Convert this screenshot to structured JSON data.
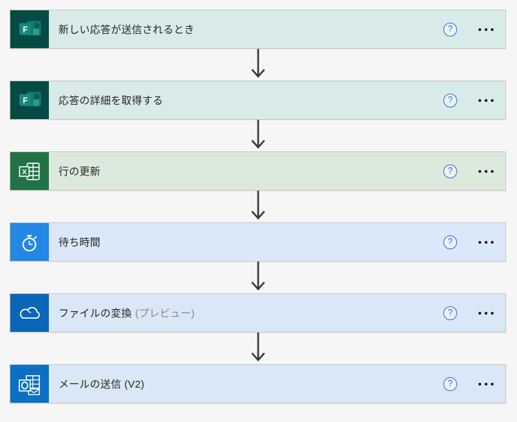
{
  "page": {
    "background": "#f6f6f6"
  },
  "colors": {
    "row_border": "#c8c6c4",
    "title_text": "#252423",
    "muted_text": "#8a8886",
    "help_blue": "#3c61dd",
    "ellipsis": "#1f1e1d",
    "arrow": "#3b3a39"
  },
  "icons": {
    "help_glyph": "?"
  },
  "flow": {
    "steps": [
      {
        "title": "新しい応答が送信されるとき",
        "suffix": "",
        "connector": "microsoft-forms",
        "accent": "#064a44",
        "tint": "#d9ebe9"
      },
      {
        "title": "応答の詳細を取得する",
        "suffix": "",
        "connector": "microsoft-forms",
        "accent": "#064a44",
        "tint": "#d9ebe9"
      },
      {
        "title": "行の更新",
        "suffix": "",
        "connector": "excel",
        "accent": "#217346",
        "tint": "#dceadd"
      },
      {
        "title": "待ち時間",
        "suffix": "",
        "connector": "delay",
        "accent": "#2288e3",
        "tint": "#dae8f9"
      },
      {
        "title": "ファイルの変換",
        "suffix": "(プレビュー)",
        "connector": "onedrive",
        "accent": "#0a66b7",
        "tint": "#d9e7f7"
      },
      {
        "title": "メールの送信 (V2)",
        "suffix": "",
        "connector": "outlook",
        "accent": "#0b70c4",
        "tint": "#d9e7f7"
      }
    ]
  }
}
